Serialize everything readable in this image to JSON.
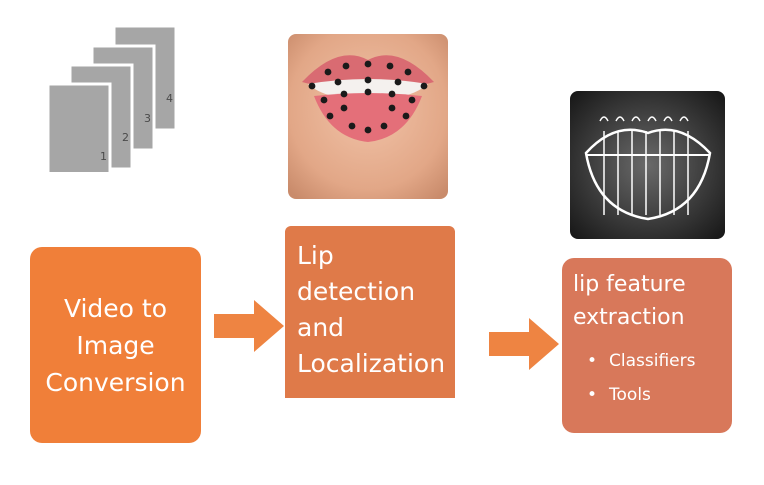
{
  "colors": {
    "box1": "#f07f39",
    "box2": "#df7a49",
    "box3": "#d8785a",
    "arrow": "#ee8442",
    "frame_gray": "#a6a6a6"
  },
  "frames": {
    "icon": "stacked-frames-icon",
    "numbers": [
      "1",
      "2",
      "3",
      "4"
    ]
  },
  "step1": {
    "lines": [
      "Video to",
      "Image",
      "Conversion"
    ]
  },
  "step2": {
    "lines": [
      "Lip",
      "detection",
      "and",
      "Localization"
    ]
  },
  "step3": {
    "lines": [
      "lip feature",
      "extraction"
    ],
    "bullets": [
      "Classifiers",
      "Tools"
    ]
  },
  "images": {
    "mouth": "mouth-landmarks-icon",
    "lip_grid": "lip-grid-icon"
  }
}
